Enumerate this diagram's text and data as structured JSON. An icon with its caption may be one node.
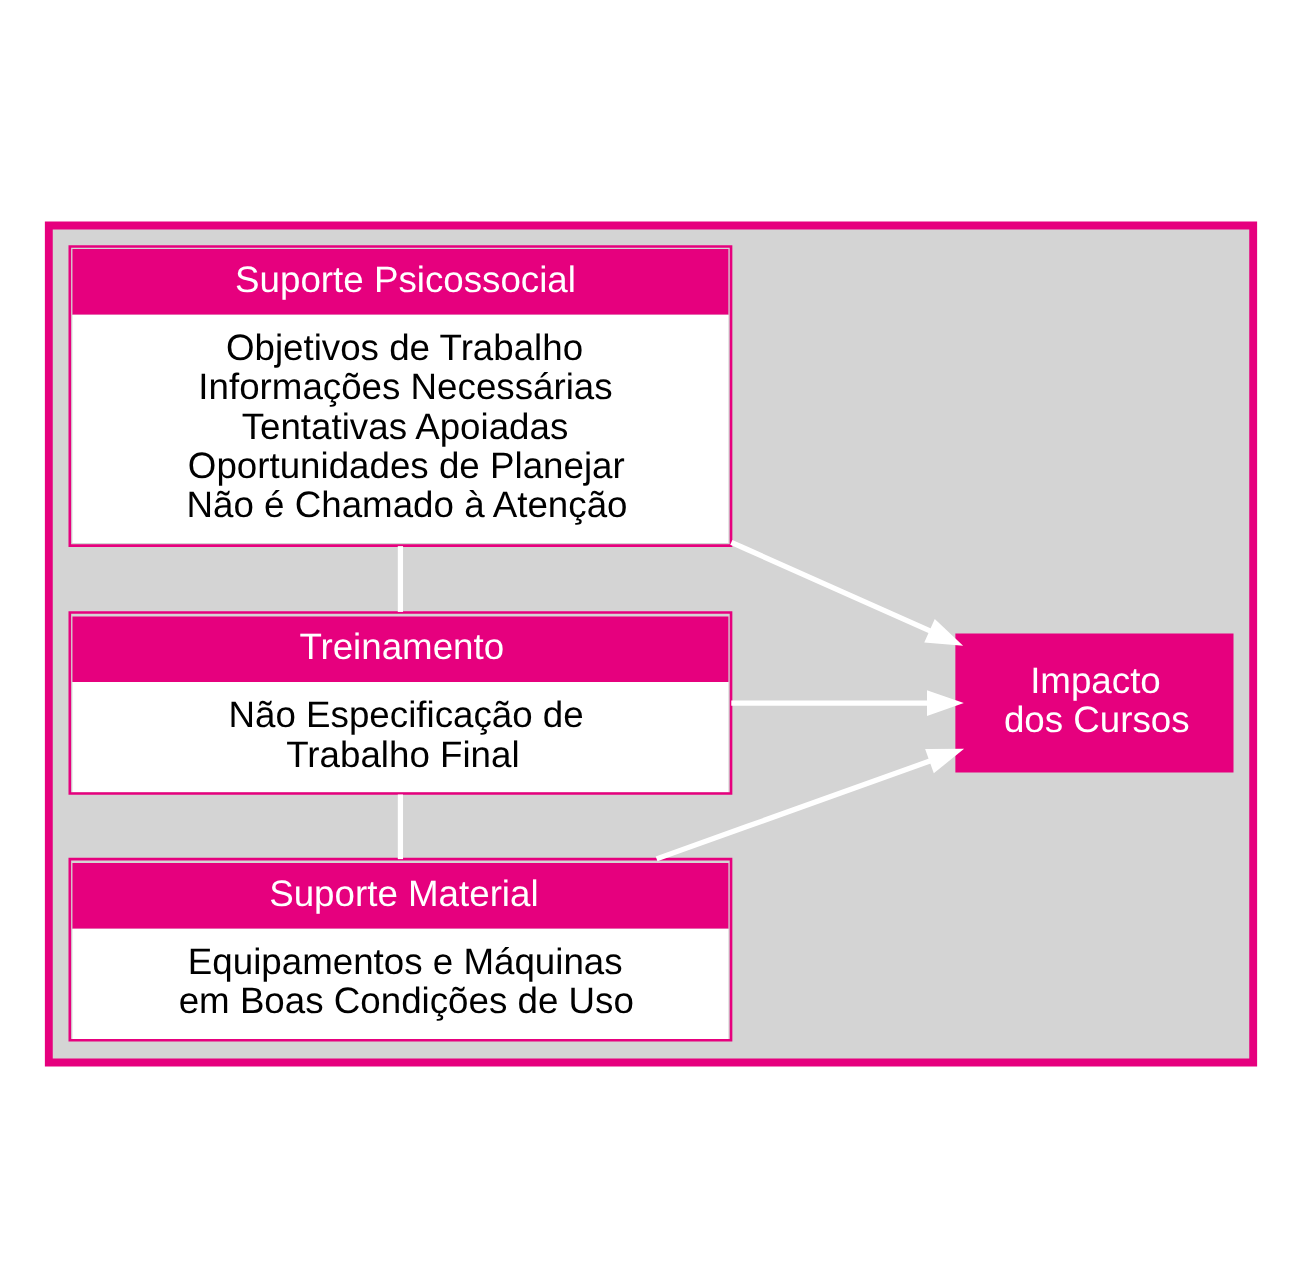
{
  "diagram": {
    "nodes": [
      {
        "text": [],
        "shape": "box"
      },
      {
        "text": [
          "Suporte Psicossocial",
          "Objetivos de Trabalho Informações Necessárias Tentativas Apoiadas Oportunidades de Planejar Não é Chamado à Atenção"
        ],
        "in": 0
      },
      {
        "text": [
          "Treinamento",
          "Não Especificação de Trabalho Final"
        ],
        "in": 0
      },
      {
        "text": [
          "Suporte Material",
          "Equipamentos e Máquinas em Boas Condições de Uso"
        ],
        "in": 0
      },
      {
        "text": [
          "Impacto dos Cursos"
        ],
        "in": 0
      }
    ],
    "edges": [
      {
        "from": 1,
        "to": 2,
        "arrow": "none"
      },
      {
        "from": 2,
        "to": 3,
        "arrow": "none"
      },
      {
        "from": 1,
        "to": 4,
        "arrow": "to"
      },
      {
        "from": 2,
        "to": 4,
        "arrow": "to"
      },
      {
        "from": 3,
        "to": 4,
        "arrow": "to"
      }
    ]
  }
}
